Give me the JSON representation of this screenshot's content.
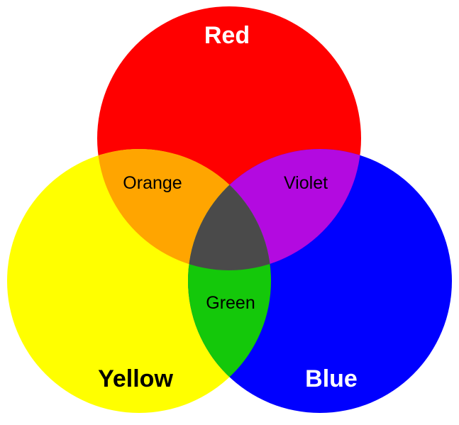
{
  "diagram": {
    "circles": [
      {
        "id": "red",
        "label": "Red",
        "color": "#ff0000",
        "label_color": "#ffffff"
      },
      {
        "id": "yellow",
        "label": "Yellow",
        "color": "#ffff00",
        "label_color": "#000000"
      },
      {
        "id": "blue",
        "label": "Blue",
        "color": "#0000ff",
        "label_color": "#ffffff"
      }
    ],
    "overlaps": [
      {
        "id": "orange",
        "label": "Orange",
        "color": "#ffa500",
        "label_color": "#000000"
      },
      {
        "id": "violet",
        "label": "Violet",
        "color": "#b30ae0",
        "label_color": "#000000"
      },
      {
        "id": "green",
        "label": "Green",
        "color": "#14c80a",
        "label_color": "#000000"
      },
      {
        "id": "center",
        "label": "",
        "color": "#4a4a4a"
      }
    ]
  }
}
